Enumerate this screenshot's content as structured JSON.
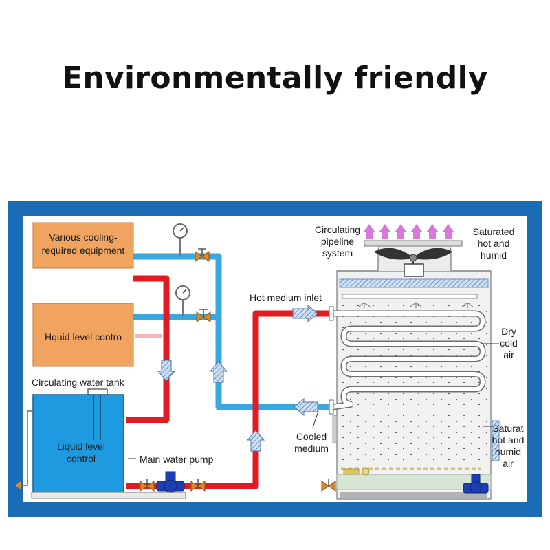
{
  "title": "Environmentally friendly",
  "colors": {
    "frame": "#1a6db5",
    "equipment_box": "#f0a460",
    "hot_pipe": "#e11b22",
    "cold_pipe": "#3aa7df",
    "tank": "#1e9ae0",
    "pump": "#1c3fb5",
    "valve": "#d9892b",
    "mist": "#d26bd8"
  },
  "boxes": {
    "equipment": "Various cooling-\nrequired equipment",
    "liquid_control_box": "Hquid level contro",
    "tank": "Liquid level\ncontrol"
  },
  "labels": {
    "tank_title": "Circulating water tank",
    "pump": "Main water pump",
    "pipeline": "Circulating\npipeline\nsystem",
    "saturated_top": "Saturated\nhot and\nhumid",
    "hot_inlet": "Hot medium inlet",
    "dry_cold_air": "Dry\ncold\nair",
    "cooled_medium": "Cooled\nmedium",
    "saturated_side": "Saturat\nhot and\nhumid\nair"
  }
}
